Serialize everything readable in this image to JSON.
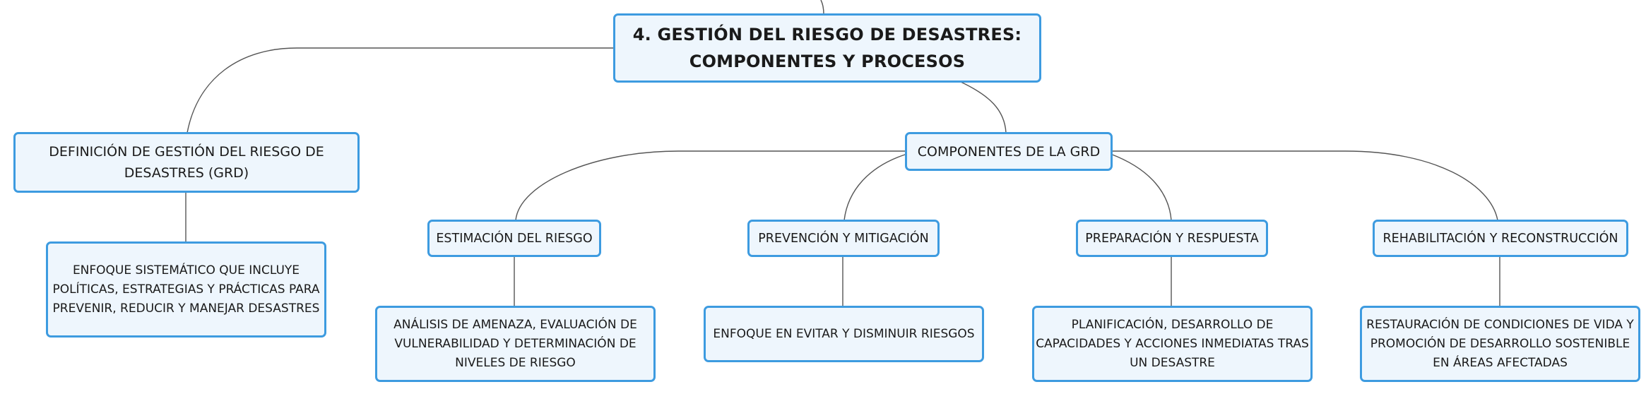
{
  "diagram": {
    "root": {
      "label": "4. GESTIÓN DEL RIESGO DE DESASTRES: COMPONENTES Y PROCESOS",
      "line1": "4. GESTIÓN DEL RIESGO DE DESASTRES:",
      "line2": "COMPONENTES Y PROCESOS"
    },
    "definition": {
      "label": "DEFINICIÓN DE GESTIÓN DEL RIESGO DE DESASTRES (GRD)",
      "line1": "DEFINICIÓN DE GESTIÓN DEL RIESGO DE",
      "line2": "DESASTRES (GRD)",
      "detail": {
        "label": "ENFOQUE SISTEMÁTICO QUE INCLUYE POLÍTICAS, ESTRATEGIAS Y PRÁCTICAS PARA PREVENIR, REDUCIR Y MANEJAR DESASTRES",
        "line1": "ENFOQUE SISTEMÁTICO QUE INCLUYE",
        "line2": "POLÍTICAS, ESTRATEGIAS Y PRÁCTICAS PARA",
        "line3": "PREVENIR, REDUCIR Y MANEJAR DESASTRES"
      }
    },
    "components": {
      "label": "COMPONENTES DE LA GRD",
      "items": [
        {
          "label": "ESTIMACIÓN DEL RIESGO",
          "detail": {
            "label": "ANÁLISIS DE AMENAZA, EVALUACIÓN DE VULNERABILIDAD Y DETERMINACIÓN DE NIVELES DE RIESGO",
            "line1": "ANÁLISIS DE AMENAZA, EVALUACIÓN DE",
            "line2": "VULNERABILIDAD Y DETERMINACIÓN DE",
            "line3": "NIVELES DE RIESGO"
          }
        },
        {
          "label": "PREVENCIÓN Y MITIGACIÓN",
          "detail": {
            "label": "ENFOQUE EN EVITAR Y DISMINUIR RIESGOS",
            "line1": "ENFOQUE EN EVITAR Y DISMINUIR RIESGOS"
          }
        },
        {
          "label": "PREPARACIÓN Y RESPUESTA",
          "detail": {
            "label": "PLANIFICACIÓN, DESARROLLO DE CAPACIDADES Y ACCIONES INMEDIATAS TRAS UN DESASTRE",
            "line1": "PLANIFICACIÓN, DESARROLLO DE",
            "line2": "CAPACIDADES Y ACCIONES INMEDIATAS TRAS",
            "line3": "UN DESASTRE"
          }
        },
        {
          "label": "REHABILITACIÓN Y RECONSTRUCCIÓN",
          "detail": {
            "label": "RESTAURACIÓN DE CONDICIONES DE VIDA Y PROMOCIÓN DE DESARROLLO SOSTENIBLE EN ÁREAS AFECTADAS",
            "line1": "RESTAURACIÓN DE CONDICIONES DE VIDA Y",
            "line2": "PROMOCIÓN DE DESARROLLO SOSTENIBLE",
            "line3": "EN ÁREAS AFECTADAS"
          }
        }
      ]
    },
    "colors": {
      "node_fill": "#eef6fd",
      "node_border": "#3d9be0",
      "connector": "#555555",
      "text": "#1a1a1a"
    }
  }
}
